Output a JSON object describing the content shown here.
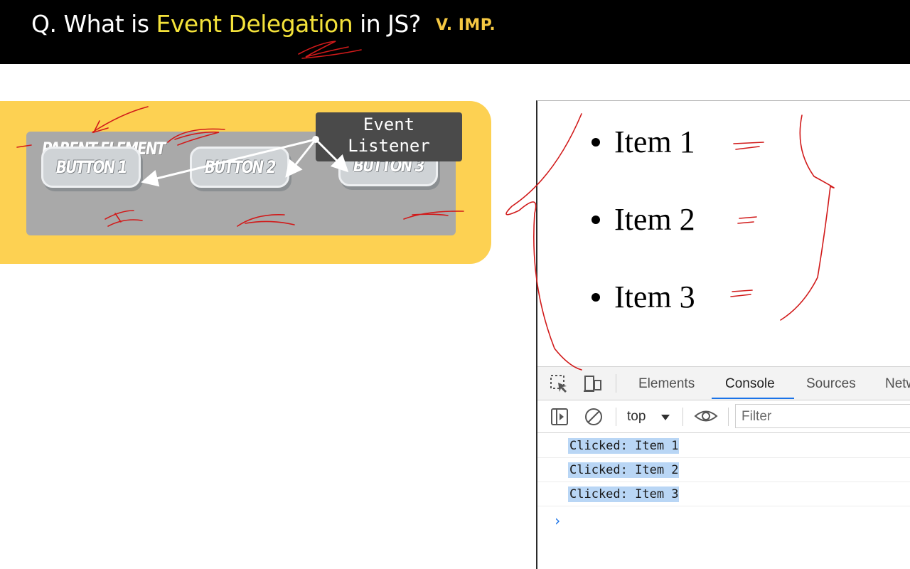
{
  "header": {
    "title_prefix": "Q. What is ",
    "title_highlight": "Event Delegation",
    "title_suffix": " in JS?",
    "badge": "V. IMP."
  },
  "diagram": {
    "parent_label": "PARENT ELEMENT",
    "listener_line1": "Event",
    "listener_line2": "Listener",
    "buttons": [
      "BUTTON 1",
      "BUTTON 2",
      "BUTTON 3"
    ]
  },
  "page": {
    "items": [
      "Item 1",
      "Item 2",
      "Item 3"
    ]
  },
  "devtools": {
    "tabs": [
      "Elements",
      "Console",
      "Sources",
      "Netw"
    ],
    "active_tab": "Console",
    "context": "top",
    "filter_placeholder": "Filter",
    "logs": [
      "Clicked: Item 1",
      "Clicked: Item 2",
      "Clicked: Item 3"
    ],
    "prompt": "›"
  },
  "colors": {
    "highlight": "#f4e23a",
    "badge": "#f5c842",
    "diagram_bg": "#fdd152",
    "log_highlight": "#b9d6f5",
    "annotation": "#d11a1a"
  }
}
